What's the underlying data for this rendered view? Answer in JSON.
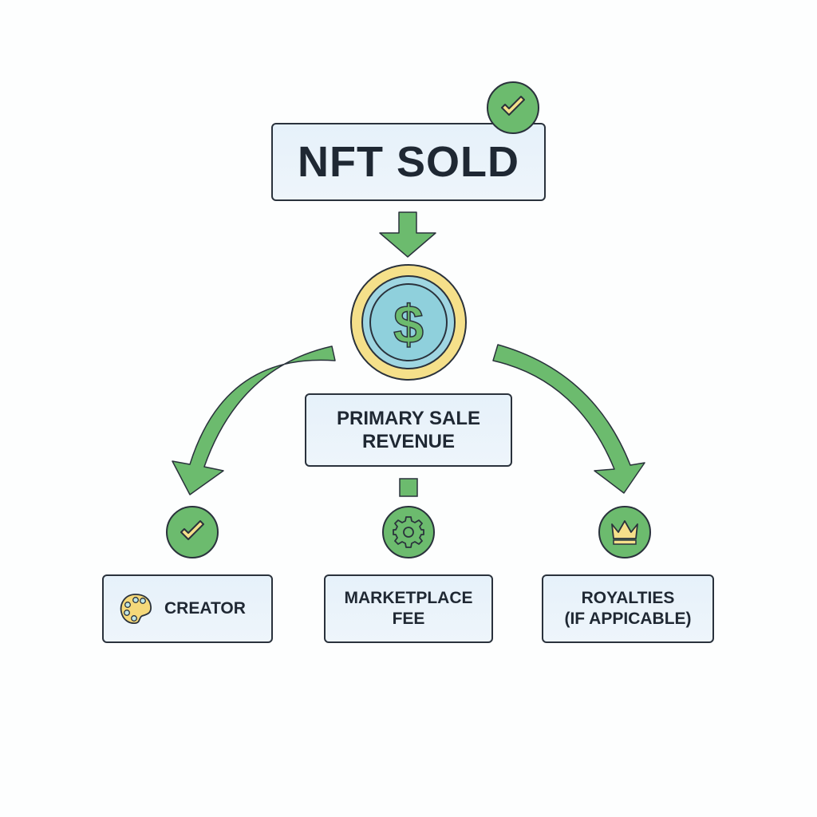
{
  "diagram": {
    "title": "NFT SOLD",
    "center": {
      "line1": "PRIMARY SALE",
      "line2": "REVENUE",
      "icon": "dollar-coin-icon"
    },
    "branches": [
      {
        "id": "creator",
        "label": "CREATOR",
        "icon": "check-icon",
        "box_icon": "palette-icon"
      },
      {
        "id": "marketplace",
        "line1": "MARKETPLACE",
        "line2": "FEE",
        "icon": "gear-icon"
      },
      {
        "id": "royalties",
        "line1": "ROYALTIES",
        "line2": "(IF APPICABLE)",
        "icon": "crown-icon"
      }
    ],
    "colors": {
      "green": "#6cbb6e",
      "yellow": "#f5e08a",
      "blue": "#8fd0dc",
      "box_fill": "#e9f3fa",
      "outline": "#2a323c"
    }
  }
}
